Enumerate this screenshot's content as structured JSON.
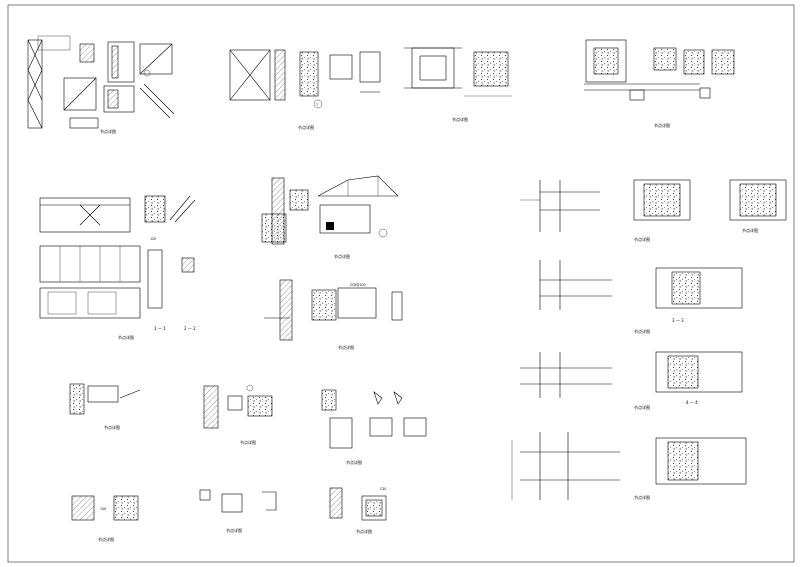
{
  "sheet": {
    "background": "#ffffff",
    "line_color": "#000000"
  },
  "captions": {
    "d1": "节点详图",
    "d2": "节点详图",
    "d3": "节点详图",
    "d4": "节点详图",
    "d5": "节点详图",
    "d6": "节点详图",
    "d7": "节点详图",
    "d8": "节点详图",
    "d9": "节点详图",
    "d10": "节点详图",
    "d11": "节点详图",
    "d12": "节点详图",
    "d13": "节点详图",
    "d14": "节点详图",
    "d15": "节点详图",
    "d16": "节点详图",
    "d17": "节点详图",
    "d18": "节点详图"
  },
  "section_marks": {
    "s1": "1 — 1",
    "s2": "2 — 2",
    "s3": "3 — 3",
    "s4": "4 — 4"
  },
  "dimension_texts": {
    "t1": "120",
    "t2": "150",
    "t3": "2C8@100",
    "t4": "C20"
  }
}
